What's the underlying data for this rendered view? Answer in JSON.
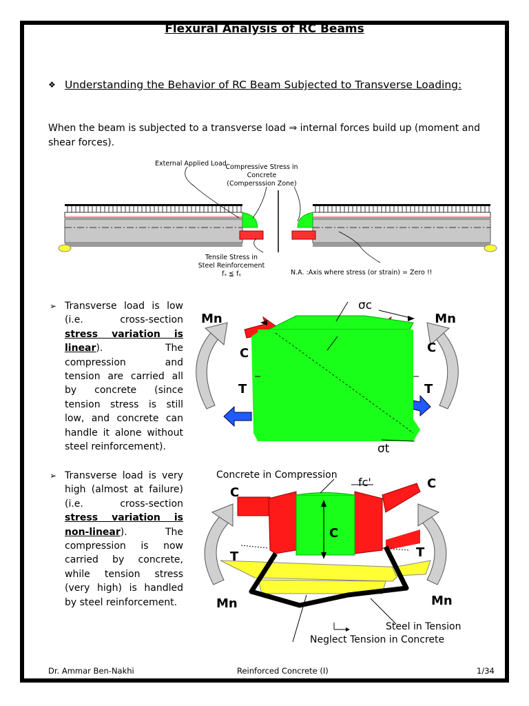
{
  "title": "Flexural Analysis of RC Beams",
  "heading": "Understanding the Behavior of RC Beam Subjected to Transverse Loading:",
  "intro": "When the beam is subjected to a transverse load ⇒ internal forces build up (moment and shear forces).",
  "figure1": {
    "external_load": "External Applied Load",
    "compressive_line1": "Compressive Stress in",
    "compressive_line2": "Concrete",
    "compressive_line3": "(Compersssion Zone)",
    "tensile_line1": "Tensile Stress in",
    "tensile_line2": "Steel Reinforcement",
    "tensile_line3": "fₛ ≦ fᵧ",
    "na_note": "N.A. :Axis where stress (or strain) = Zero !!"
  },
  "para1": {
    "a": "Transverse load is low (i.e. cross-section ",
    "b": "stress variation is linear",
    "c": "). The compression and tension are carried all by concrete (since tension stress is still low, and concrete can handle it alone without steel reinforcement)."
  },
  "figure2": {
    "mn": "Mn",
    "c": "C",
    "t": "T",
    "sigma_c": "σc",
    "sigma_t": "σt"
  },
  "para2": {
    "a": "Transverse load is very high (almost at failure) (i.e. cross-section ",
    "b": "stress variation is non-linear",
    "c": "). The compression is now carried by concrete, while tension stress (very high) is handled by steel reinforcement."
  },
  "figure3": {
    "concrete_comp": "Concrete in Compression",
    "fc": "fc'",
    "c": "C",
    "t": "T",
    "mn": "Mn",
    "steel_tension": "Steel in Tension",
    "neglect": "Neglect Tension in Concrete"
  },
  "footer": {
    "author": "Dr. Ammar Ben-Nakhi",
    "course": "Reinforced Concrete (I)",
    "page": "1/34"
  },
  "colors": {
    "green": "#19ff19",
    "red": "#ff1a1a",
    "blue": "#1f5cff",
    "yellow": "#ffff33",
    "grey": "#c8c8c8"
  }
}
